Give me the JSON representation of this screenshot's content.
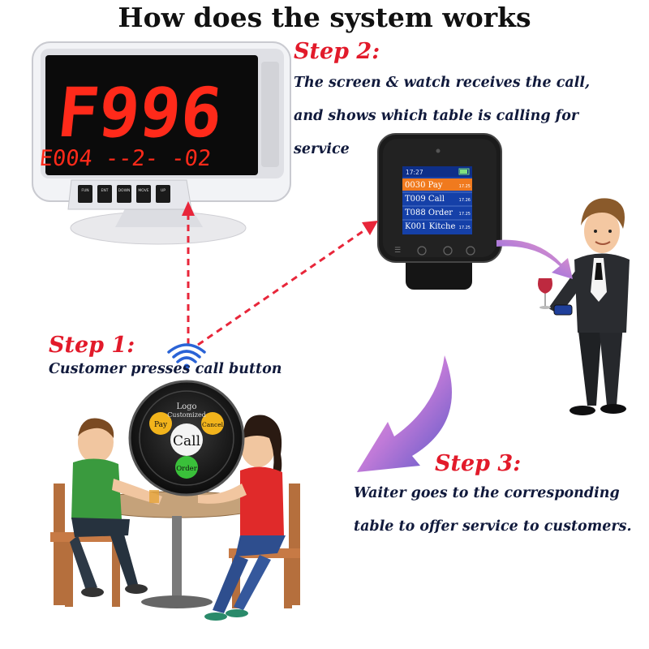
{
  "title": "How does the system works",
  "step2": {
    "heading": "Step 2:",
    "lines": [
      "The screen & watch receives the call,",
      "and shows which table is calling for",
      "service"
    ]
  },
  "step1": {
    "heading": "Step 1:",
    "text": "Customer presses call button"
  },
  "step3": {
    "heading": "Step 3:",
    "lines": [
      "Waiter goes to the corresponding",
      "table to offer service to customers."
    ]
  },
  "display": {
    "big": "F996",
    "small": "E004 --2- -02",
    "buttons": [
      "FUN",
      "ENT",
      "DOWN",
      "MOVE",
      "UP"
    ]
  },
  "watch": {
    "time": "17:27",
    "rows": [
      {
        "label": "0030 Pay",
        "time": "17.25",
        "highlight": true
      },
      {
        "label": "T009 Call",
        "time": "17.26",
        "highlight": false
      },
      {
        "label": "T088 Order",
        "time": "17.25",
        "highlight": false
      },
      {
        "label": "K001 Kitche",
        "time": "17.25",
        "highlight": false
      }
    ]
  },
  "callButton": {
    "logo": "Logo",
    "customized": "Customized",
    "pay": "Pay",
    "cancel": "Cancel",
    "call": "Call",
    "order": "Order"
  },
  "colors": {
    "heading_red": "#e21a2a",
    "text_navy": "#111a3c",
    "lcd_red": "#ff2a1a",
    "watch_highlight": "#f07a1e",
    "watch_screen": "#1540a8",
    "arrow_red": "#e8263a"
  }
}
